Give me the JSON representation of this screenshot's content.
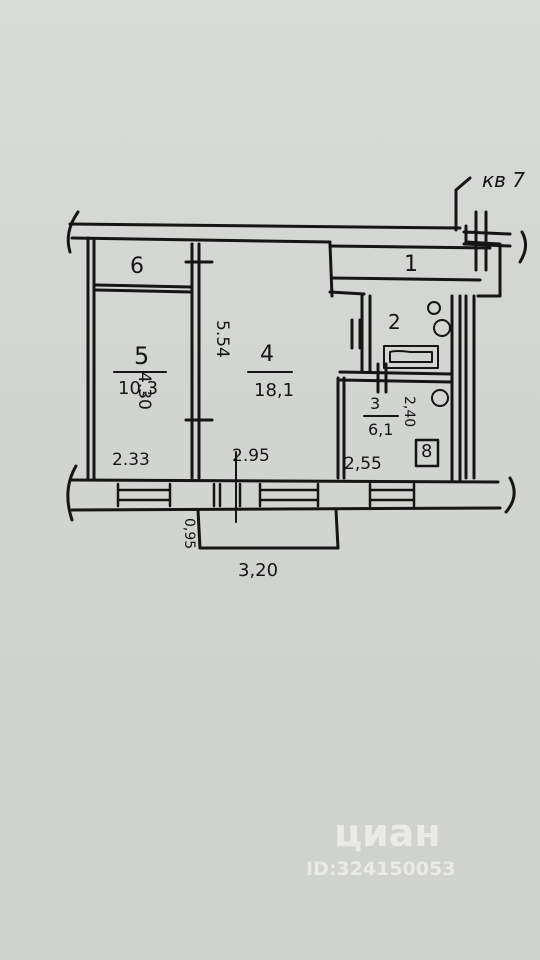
{
  "plan": {
    "apartment_label": "кв 7",
    "rooms": [
      {
        "number": "1"
      },
      {
        "number": "2"
      },
      {
        "number": "3",
        "area": "6,1"
      },
      {
        "number": "4",
        "area": "18,1"
      },
      {
        "number": "5",
        "area": "10,3"
      },
      {
        "number": "6"
      }
    ],
    "dimensions": {
      "room5_width": "2.33",
      "room4_width": "2.95",
      "room3_width": "2,55",
      "room5_depth": "4.30",
      "room4_depth": "5.54",
      "room3_depth": "2,40",
      "balcony_width": "3,20",
      "balcony_depth": "0,95"
    },
    "hatch_symbol": "8"
  },
  "watermark": {
    "brand": "циан",
    "id": "ID:324150053"
  },
  "colors": {
    "ink": "#151515",
    "paper": "#d4d6d3"
  }
}
